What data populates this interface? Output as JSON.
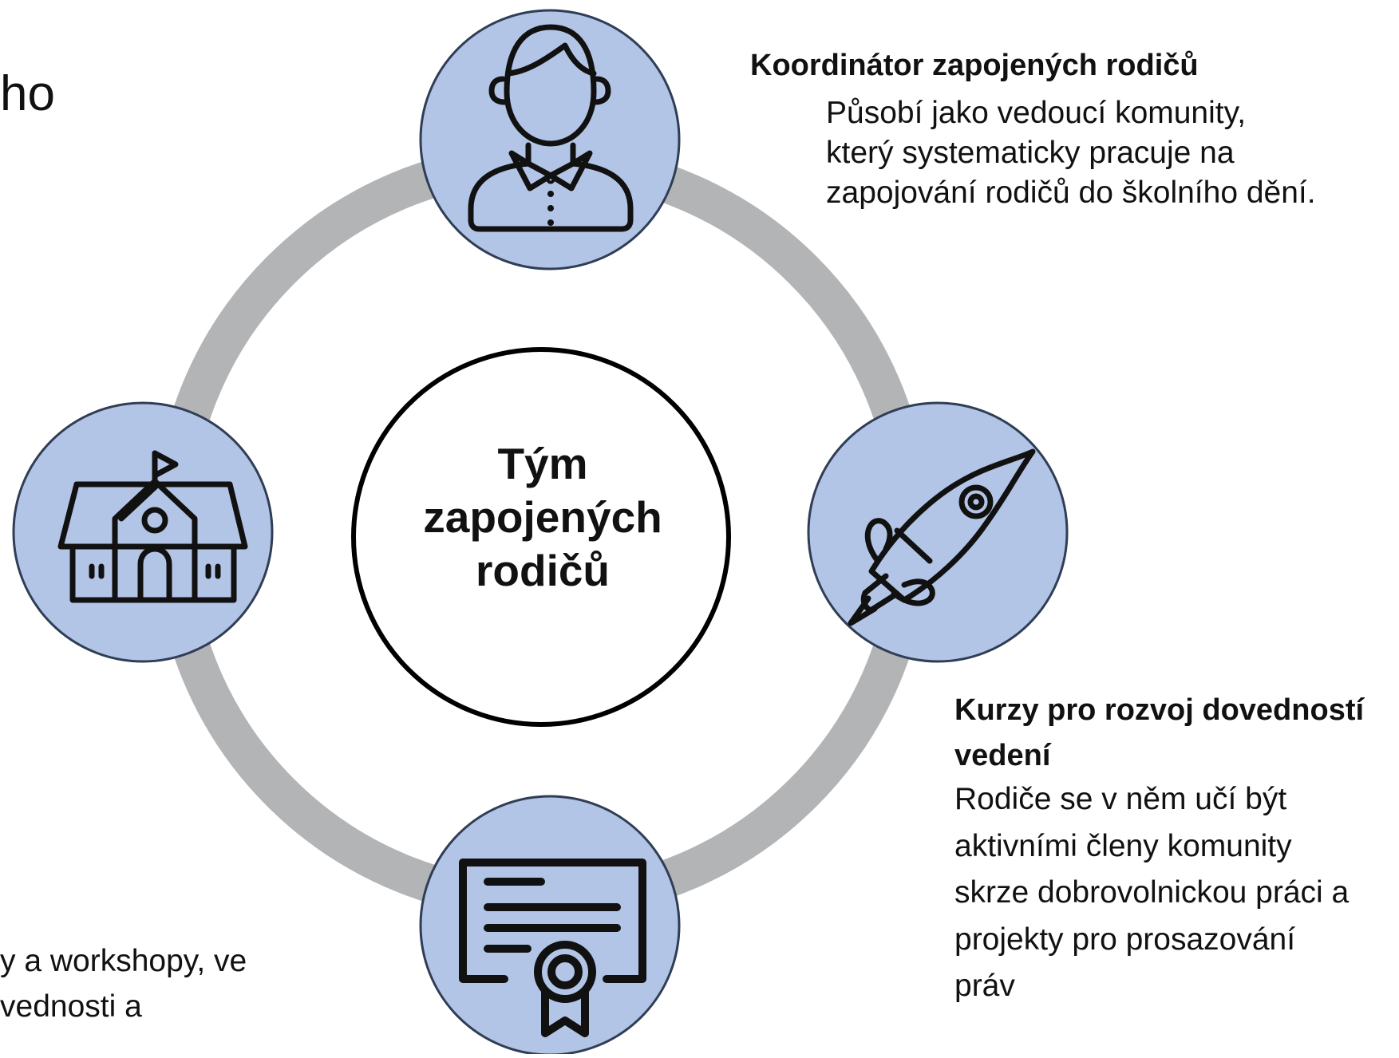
{
  "title_fragment": "ho",
  "center_label": [
    "Tým",
    "zapojených",
    "rodičů"
  ],
  "nodes": {
    "top": {
      "title": "Koordinátor zapojených rodičů",
      "text": [
        "Působí jako vedoucí komunity,",
        "který systematicky pracuje na",
        "zapojování rodičů do školního dění."
      ],
      "icon": "person-icon"
    },
    "right": {
      "title": [
        "Kurzy pro rozvoj dovedností",
        "vedení"
      ],
      "text": [
        "Rodiče se v něm učí být",
        "aktivními členy komunity",
        "skrze dobrovolnickou práci a",
        "projekty pro prosazování",
        "práv"
      ],
      "icon": "rocket-icon"
    },
    "left": {
      "icon": "school-icon"
    },
    "bottom": {
      "icon": "certificate-icon"
    },
    "left_fragment_text": [
      "y a workshopy, ve",
      "vednosti a"
    ]
  },
  "colors": {
    "node_fill": "#b3c5e6",
    "node_stroke": "#2f3d55",
    "ring": "#b3b4b6",
    "center_border": "#000000",
    "text": "#111111"
  }
}
